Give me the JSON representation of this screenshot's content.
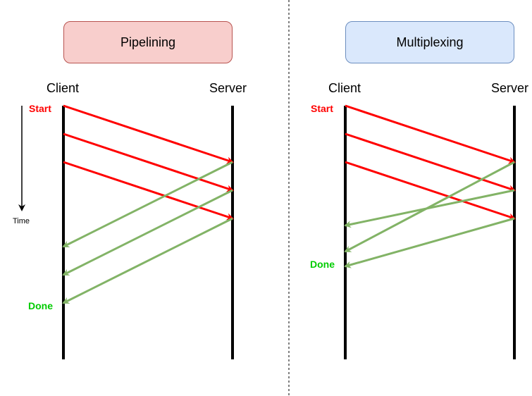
{
  "panels": [
    {
      "title": "Pipelining",
      "client": "Client",
      "server": "Server",
      "start": "Start",
      "done": "Done"
    },
    {
      "title": "Multiplexing",
      "client": "Client",
      "server": "Server",
      "start": "Start",
      "done": "Done"
    }
  ],
  "time_label": "Time",
  "colors": {
    "request": "#ff0000",
    "response": "#82b366",
    "pipelining_fill": "#f8cecc",
    "pipelining_border": "#b85450",
    "multiplexing_fill": "#dae8fc",
    "multiplexing_border": "#6c8ebf",
    "start_text": "#ff0000",
    "done_text": "#00cc00"
  }
}
